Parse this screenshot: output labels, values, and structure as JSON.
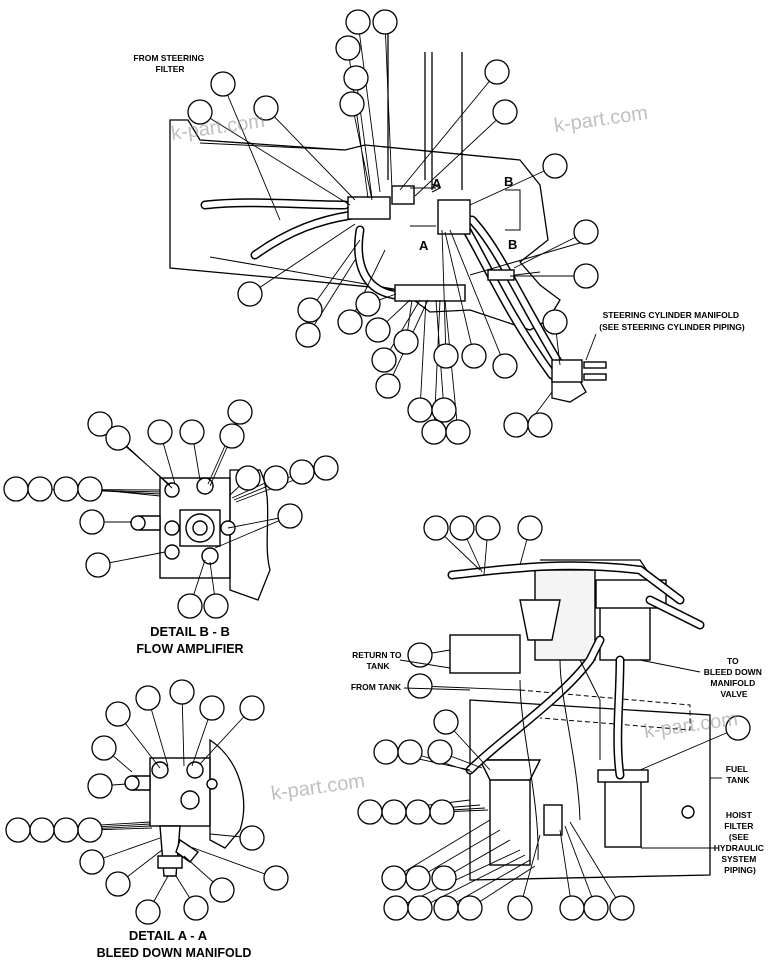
{
  "labels": {
    "from_steering_filter": [
      "FROM STEERING",
      "FILTER"
    ],
    "steering_cylinder_manifold": [
      "STEERING CYLINDER MANIFOLD",
      "(SEE STEERING CYLINDER PIPING)"
    ],
    "return_to_tank": [
      "RETURN TO",
      "TANK"
    ],
    "from_tank": "FROM TANK",
    "to_bleed_down": [
      "TO",
      "BLEED DOWN",
      "MANIFOLD",
      "VALVE"
    ],
    "fuel_tank": [
      "FUEL",
      "TANK"
    ],
    "hoist_filter": [
      "HOIST",
      "FILTER",
      "(SEE",
      "HYDRAULIC",
      "SYSTEM",
      "PIPING)"
    ],
    "section_a": "A",
    "section_b": "B"
  },
  "details": {
    "bb_title": "DETAIL B - B",
    "bb_subtitle": "FLOW AMPLIFIER",
    "aa_title": "DETAIL A - A",
    "aa_subtitle": "BLEED DOWN MANIFOLD"
  },
  "watermark": "k-part.com",
  "colors": {
    "ink": "#000000",
    "paper": "#ffffff",
    "watermark": "#8c8c8c"
  }
}
